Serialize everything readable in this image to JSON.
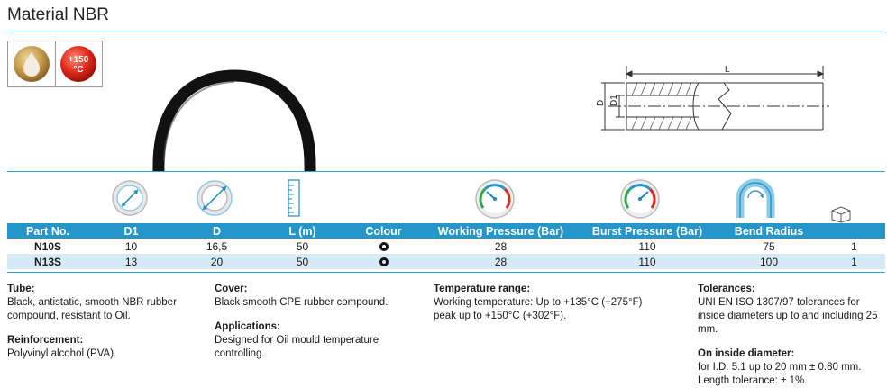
{
  "title": "Material NBR",
  "badges": {
    "temperature_top": "+150",
    "temperature_bottom": "°C"
  },
  "diagram": {
    "length_label": "L",
    "d_label": "D",
    "d1_label": "D1"
  },
  "table": {
    "headers": [
      "Part No.",
      "D1",
      "D",
      "L (m)",
      "Colour",
      "Working Pressure (Bar)",
      "Burst Pressure (Bar)",
      "Bend Radius",
      ""
    ],
    "rows": [
      [
        "N10S",
        "10",
        "16,5",
        "50",
        "",
        "28",
        "110",
        "75",
        "1"
      ],
      [
        "N13S",
        "13",
        "20",
        "50",
        "",
        "28",
        "110",
        "100",
        "1"
      ]
    ]
  },
  "notes": {
    "tube_title": "Tube:",
    "tube_text": "Black, antistatic, smooth NBR rubber compound, resistant to Oil.",
    "reinforcement_title": "Reinforcement:",
    "reinforcement_text": "Polyvinyl alcohol (PVA).",
    "cover_title": "Cover:",
    "cover_text": "Black smooth CPE rubber compound.",
    "applications_title": "Applications:",
    "applications_text": "Designed for Oil mould temperature controlling.",
    "temp_title": "Temperature range:",
    "temp_line1": "Working temperature: Up to +135°C (+275°F)",
    "temp_line2": "peak up to +150°C (+302°F).",
    "tolerances_title": "Tolerances:",
    "tolerances_text": "UNI EN ISO 1307/97 tolerances for inside diameters up to and including 25 mm.",
    "inside_title": "On inside diameter:",
    "inside_line1": "for I.D. 5.1 up to 20 mm ± 0.80 mm.",
    "inside_line2": "Length tolerance: ± 1%."
  }
}
